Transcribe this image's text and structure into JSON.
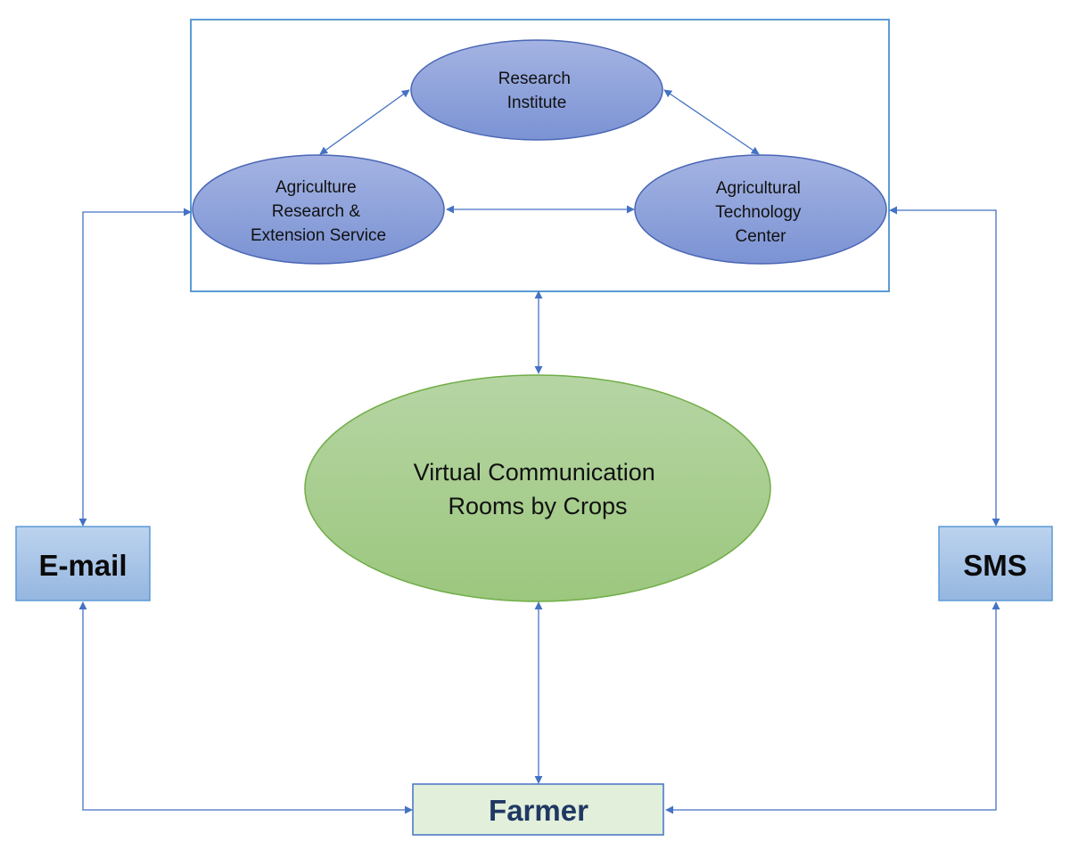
{
  "nodes": {
    "research_institute": {
      "lines": [
        "Research",
        "Institute"
      ]
    },
    "agri_research_extension": {
      "lines": [
        "Agriculture",
        "Research &",
        "Extension Service"
      ]
    },
    "agri_tech_center": {
      "lines": [
        "Agricultural",
        "Technology",
        "Center"
      ]
    },
    "virtual_rooms": {
      "lines": [
        "Virtual Communication",
        "Rooms by Crops"
      ]
    },
    "email": {
      "label": "E-mail"
    },
    "sms": {
      "label": "SMS"
    },
    "farmer": {
      "label": "Farmer"
    }
  },
  "colors": {
    "edge": "#4472c4",
    "container_border": "#5b9bd5",
    "institution_fill_top": "#a4b3e2",
    "institution_fill_bottom": "#7b93d4",
    "institution_border": "#4a66b5",
    "virtual_fill_top": "#b6d5a4",
    "virtual_fill_bottom": "#9cc77e",
    "virtual_border": "#70ad47",
    "channel_fill_top": "#bcd3ee",
    "channel_fill_bottom": "#95b6e0",
    "channel_border": "#5b9bd5",
    "farmer_fill": "#e2efda",
    "farmer_border": "#4472c4",
    "farmer_text": "#1f3864"
  }
}
